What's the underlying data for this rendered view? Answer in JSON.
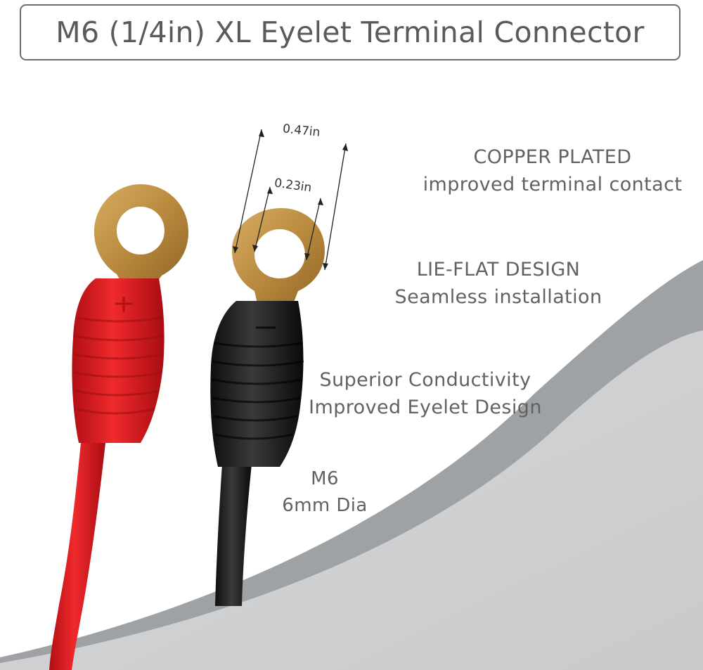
{
  "title": "M6 (1/4in) XL Eyelet Terminal Connector",
  "dimensions": {
    "outer": "0.47in",
    "inner": "0.23in"
  },
  "features": [
    {
      "heading": "COPPER PLATED",
      "detail": "improved terminal contact"
    },
    {
      "heading": "LIE-FLAT DESIGN",
      "detail": "Seamless installation"
    },
    {
      "heading": "Superior Conductivity",
      "detail": "Improved Eyelet Design"
    },
    {
      "heading": "M6",
      "detail": "6mm Dia"
    }
  ],
  "colors": {
    "red_wire": "#e01a1e",
    "black_wire": "#1e1e1e",
    "copper": "#b98a3e",
    "swoosh_gray": "#b9bbbd",
    "text_gray": "#626262"
  }
}
